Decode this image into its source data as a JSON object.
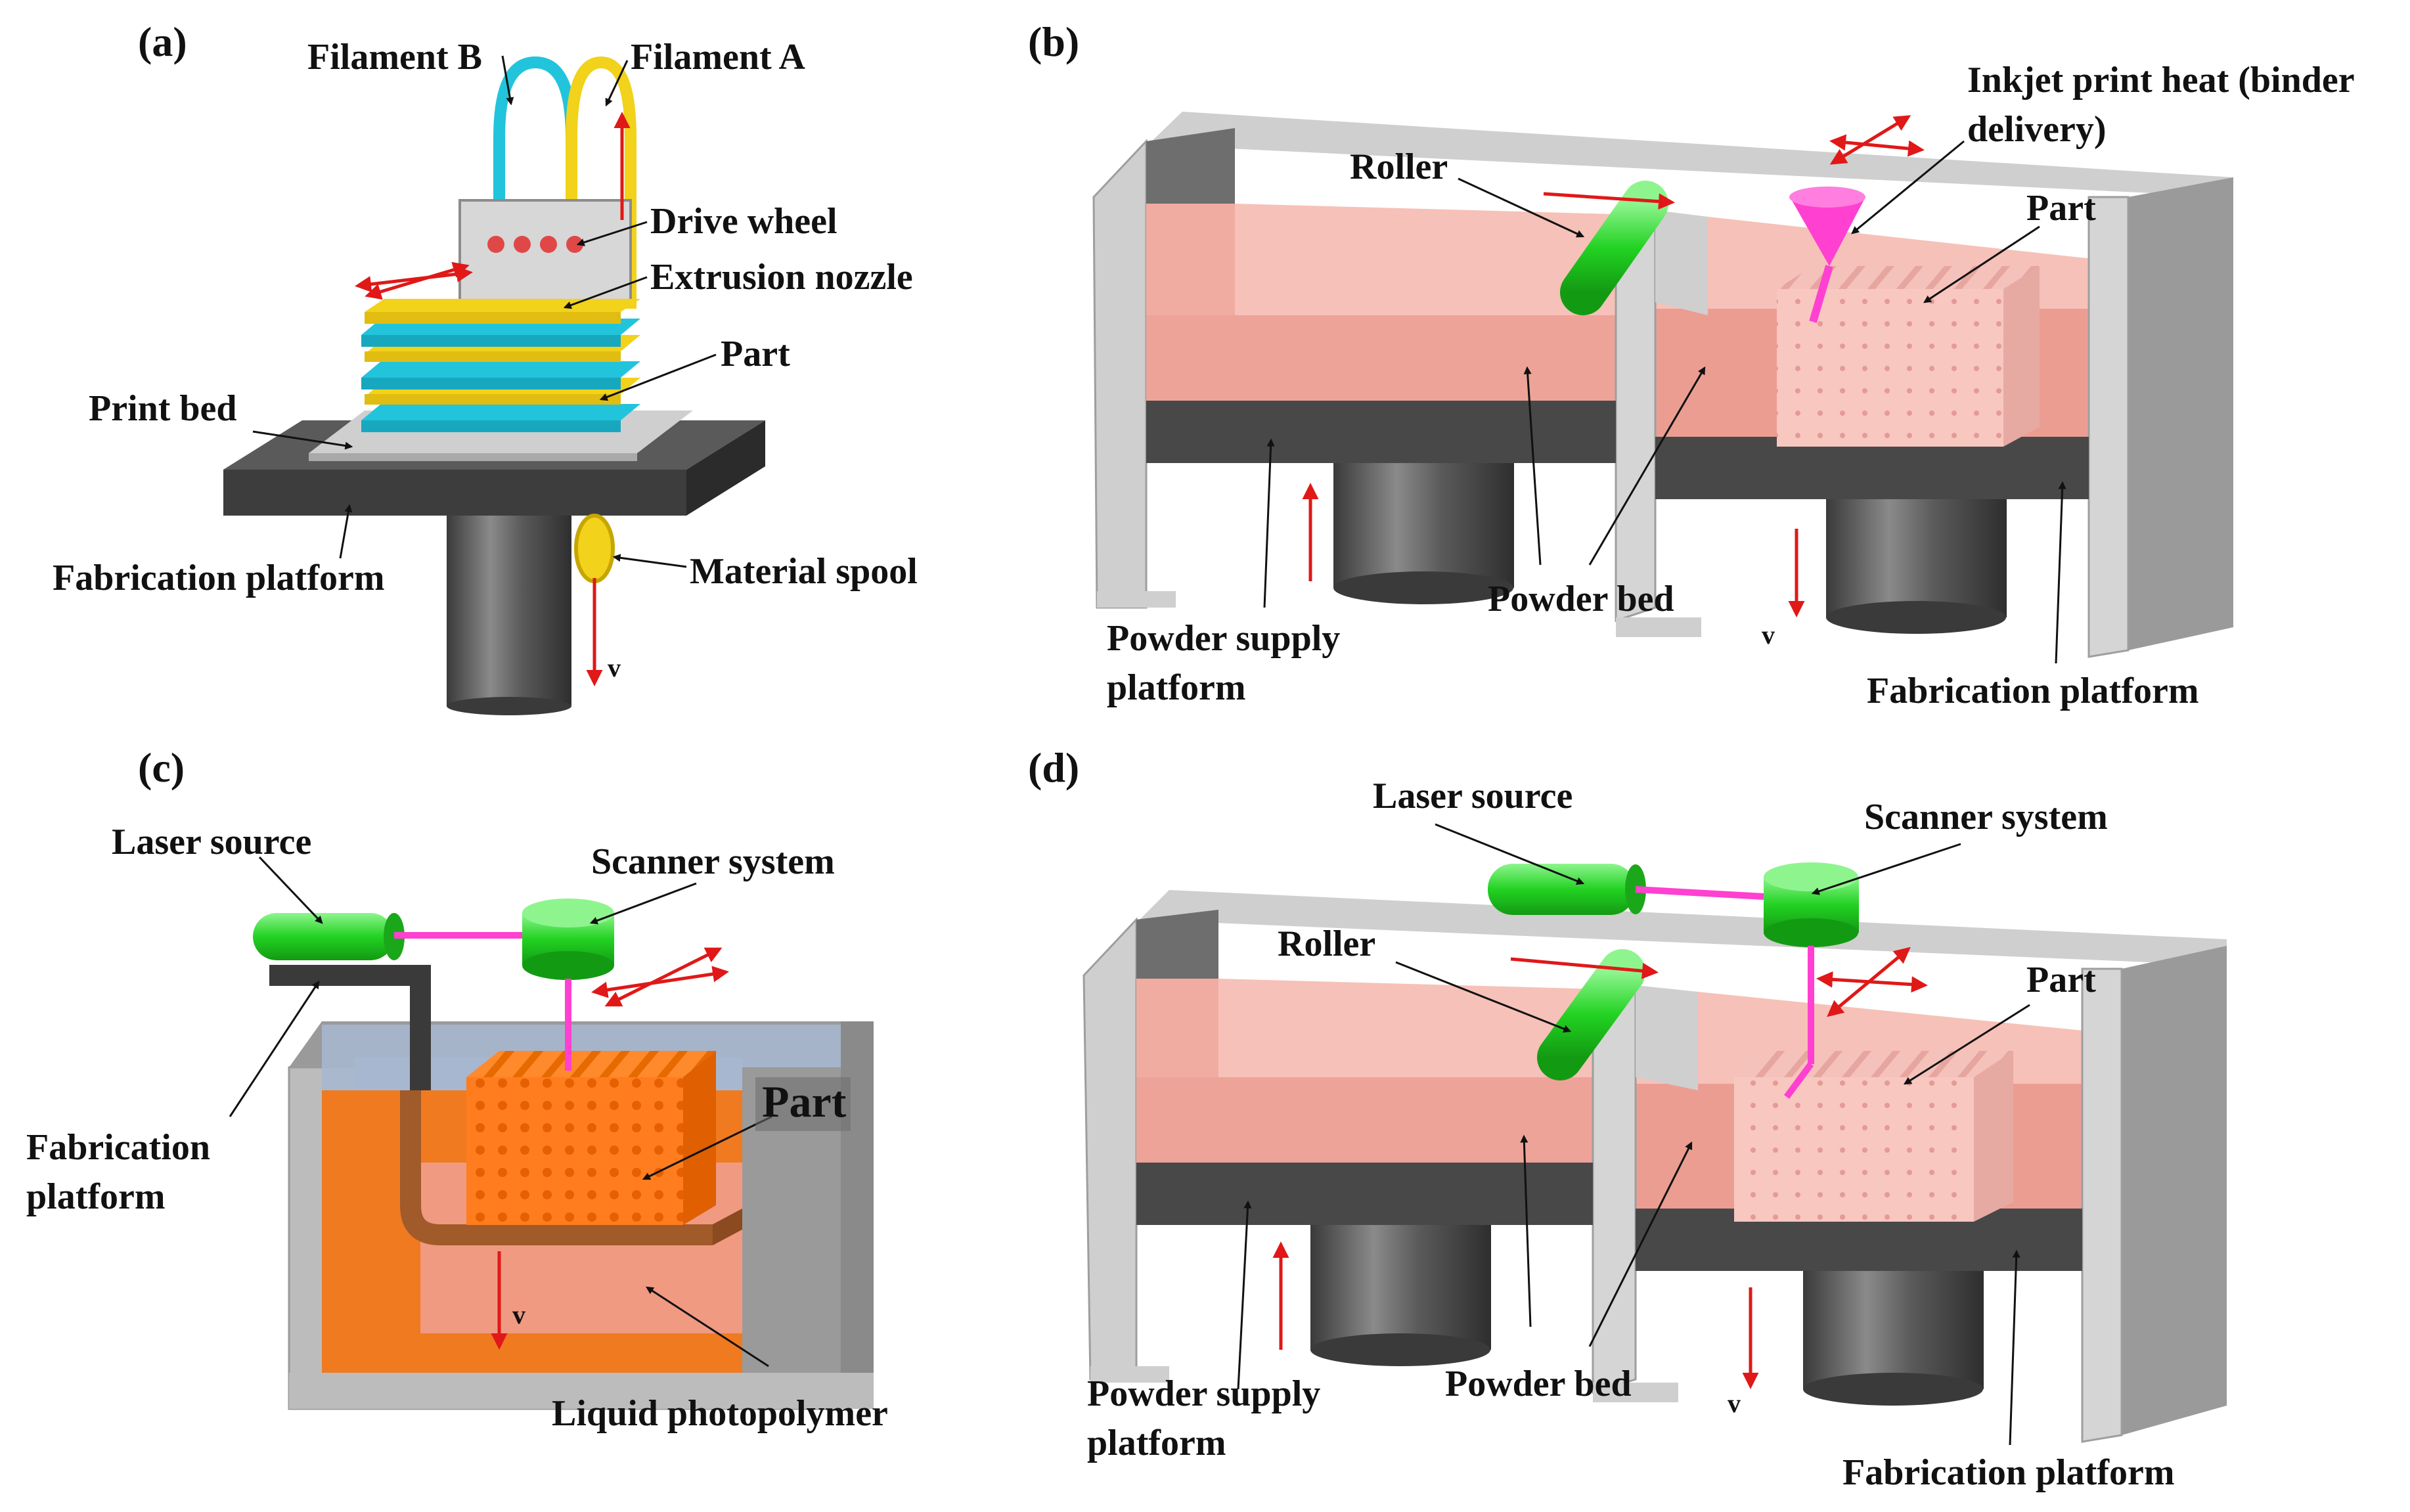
{
  "figure": {
    "panel_a": {
      "tag": "(a)",
      "labels": {
        "filament_b": "Filament B",
        "filament_a": "Filament A",
        "drive_wheel": "Drive wheel",
        "extrusion_nozzle": "Extrusion nozzle",
        "part": "Part",
        "print_bed": "Print bed",
        "fabrication_platform": "Fabrication platform",
        "material_spool": "Material spool",
        "v": "v"
      }
    },
    "panel_b": {
      "tag": "(b)",
      "labels": {
        "roller": "Roller",
        "inkjet_line1": "Inkjet print heat (binder",
        "inkjet_line2": "delivery)",
        "part": "Part",
        "powder_supply_line1": "Powder supply",
        "powder_supply_line2": "platform",
        "powder_bed": "Powder bed",
        "fabrication_platform": "Fabrication platform",
        "v": "v"
      }
    },
    "panel_c": {
      "tag": "(c)",
      "labels": {
        "laser_source": "Laser source",
        "scanner_system": "Scanner system",
        "fabrication_line1": "Fabrication",
        "fabrication_line2": "platform",
        "part": "Part",
        "liquid_photopolymer": "Liquid photopolymer",
        "v": "v"
      }
    },
    "panel_d": {
      "tag": "(d)",
      "labels": {
        "laser_source": "Laser source",
        "scanner_system": "Scanner system",
        "roller": "Roller",
        "part": "Part",
        "powder_supply_line1": "Powder supply",
        "powder_supply_line2": "platform",
        "powder_bed": "Powder bed",
        "fabrication_platform": "Fabrication platform",
        "v": "v"
      }
    }
  },
  "colors": {
    "filament_cyan": "#22c4dc",
    "filament_yellow": "#f2d21a",
    "platform_dark": "#4a4a4a",
    "cylinder_gray": "#555555",
    "powder_pink": "#f6b8ac",
    "wall_gray": "#d0d0d0",
    "green_device": "#2ed82e",
    "magenta_beam": "#ff40d0",
    "resin_orange": "#f07a20",
    "arrow_red": "#e01818"
  }
}
